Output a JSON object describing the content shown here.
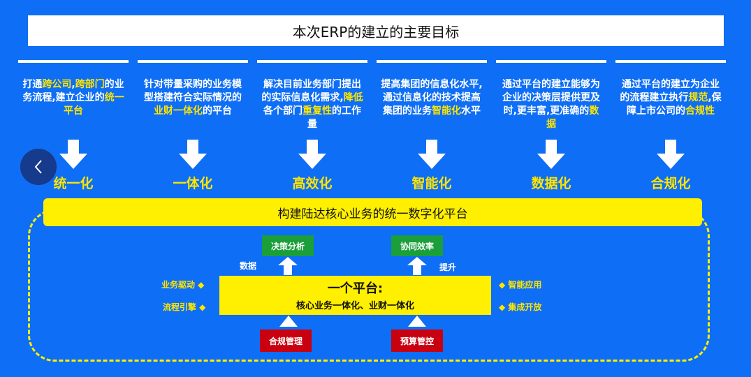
{
  "title": "本次ERP的建立的主要目标",
  "columns": [
    {
      "desc_parts": [
        [
          "打通",
          false
        ],
        [
          "跨公司",
          true
        ],
        [
          ",",
          false
        ],
        [
          "跨部门",
          true
        ],
        [
          "的业务流程,建立企业的",
          false
        ],
        [
          "统一平台",
          true
        ]
      ],
      "goal": "统一化"
    },
    {
      "desc_parts": [
        [
          "针对带量采购的业务模型搭建符合实际情况的",
          false
        ],
        [
          "业财一体化",
          true
        ],
        [
          "的平台",
          false
        ]
      ],
      "goal": "一体化"
    },
    {
      "desc_parts": [
        [
          "解决目前业务部门提出的实际信息化需求,",
          false
        ],
        [
          "降低",
          true
        ],
        [
          "各个部门",
          false
        ],
        [
          "重复性",
          true
        ],
        [
          "的工作量",
          false
        ]
      ],
      "goal": "高效化"
    },
    {
      "desc_parts": [
        [
          "提高集团的信息化水平,通过信息化的技术提高集团的业务",
          false
        ],
        [
          "智能化",
          true
        ],
        [
          "水平",
          false
        ]
      ],
      "goal": "智能化"
    },
    {
      "desc_parts": [
        [
          "通过平台的建立能够为企业的决策层提供更及时,更丰富,更准确的",
          false
        ],
        [
          "数据",
          true
        ]
      ],
      "goal": "数据化"
    },
    {
      "desc_parts": [
        [
          "通过平台的建立为企业的流程建立执行",
          false
        ],
        [
          "规范",
          true
        ],
        [
          ",保障上市公司的",
          false
        ],
        [
          "合规性",
          true
        ]
      ],
      "goal": "合规化"
    }
  ],
  "platform_banner": "构建陆达核心业务的统一数字化平台",
  "outputs": {
    "left": "决策分析",
    "right": "协同效率"
  },
  "arrow_labels": {
    "left": "数据",
    "right": "提升"
  },
  "core": {
    "title": "一个平台:",
    "subtitle": "核心业务一体化、业财一体化"
  },
  "left_labels": [
    "业务驱动 ◆",
    "流程引擎 ◆"
  ],
  "right_labels": [
    "◆ 智能应用",
    "◆ 集成开放"
  ],
  "inputs": {
    "left": "合规管理",
    "right": "预算管控"
  },
  "nav": {
    "icon": "chevron-left-icon"
  }
}
